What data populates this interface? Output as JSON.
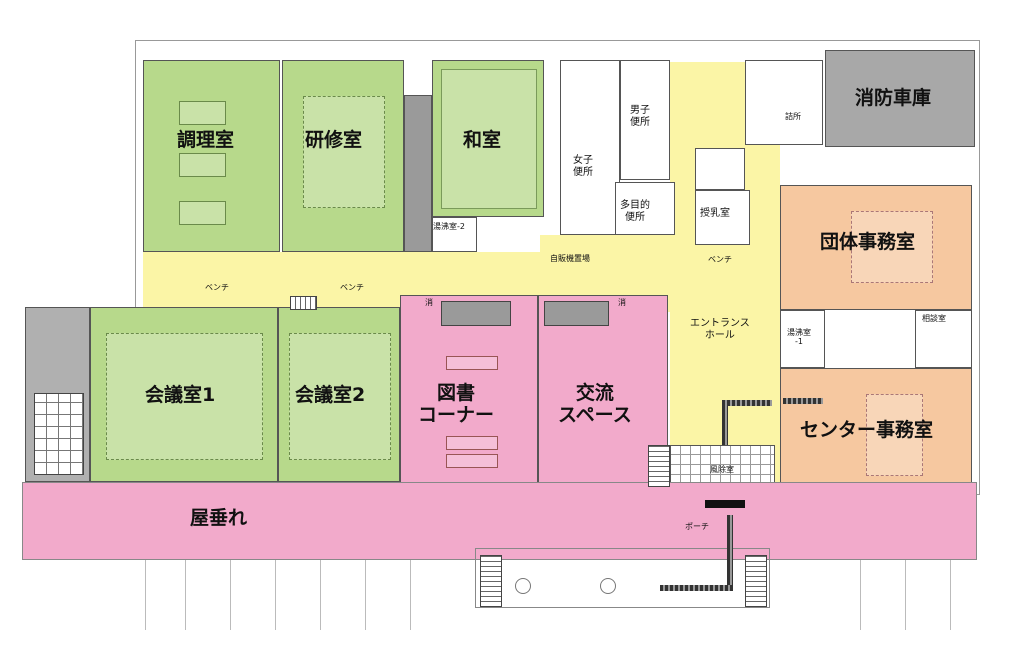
{
  "rooms": {
    "cooking": "調理室",
    "training": "研修室",
    "japanese": "和室",
    "fire_garage": "消防車庫",
    "guard": "詰所",
    "women_wc": "女子\n便所",
    "men_wc": "男子\n便所",
    "multi_wc": "多目的\n便所",
    "nursing": "授乳室",
    "kitchenette2": "湯沸室-2",
    "vending": "自販機置場",
    "group_office": "団体事務室",
    "bench1": "ベンチ",
    "bench2": "ベンチ",
    "bench3": "ベンチ",
    "meeting1": "会議室1",
    "meeting2": "会議室2",
    "library": "図書\nコーナー",
    "exchange": "交流\nスペース",
    "entrance_hall": "エントランス\nホール",
    "kitchenette1": "湯沸室\n-1",
    "consult": "相談室",
    "center_office": "センター事務室",
    "windbreak": "風除室",
    "eaves": "屋垂れ",
    "porch": "ポーチ",
    "fire1": "消",
    "fire2": "消"
  },
  "colors": {
    "green": "#b7d98b",
    "pink": "#f2aacb",
    "orange": "#f6c8a0",
    "yellow": "#fbf5a6",
    "gray": "#9a9a9a"
  }
}
